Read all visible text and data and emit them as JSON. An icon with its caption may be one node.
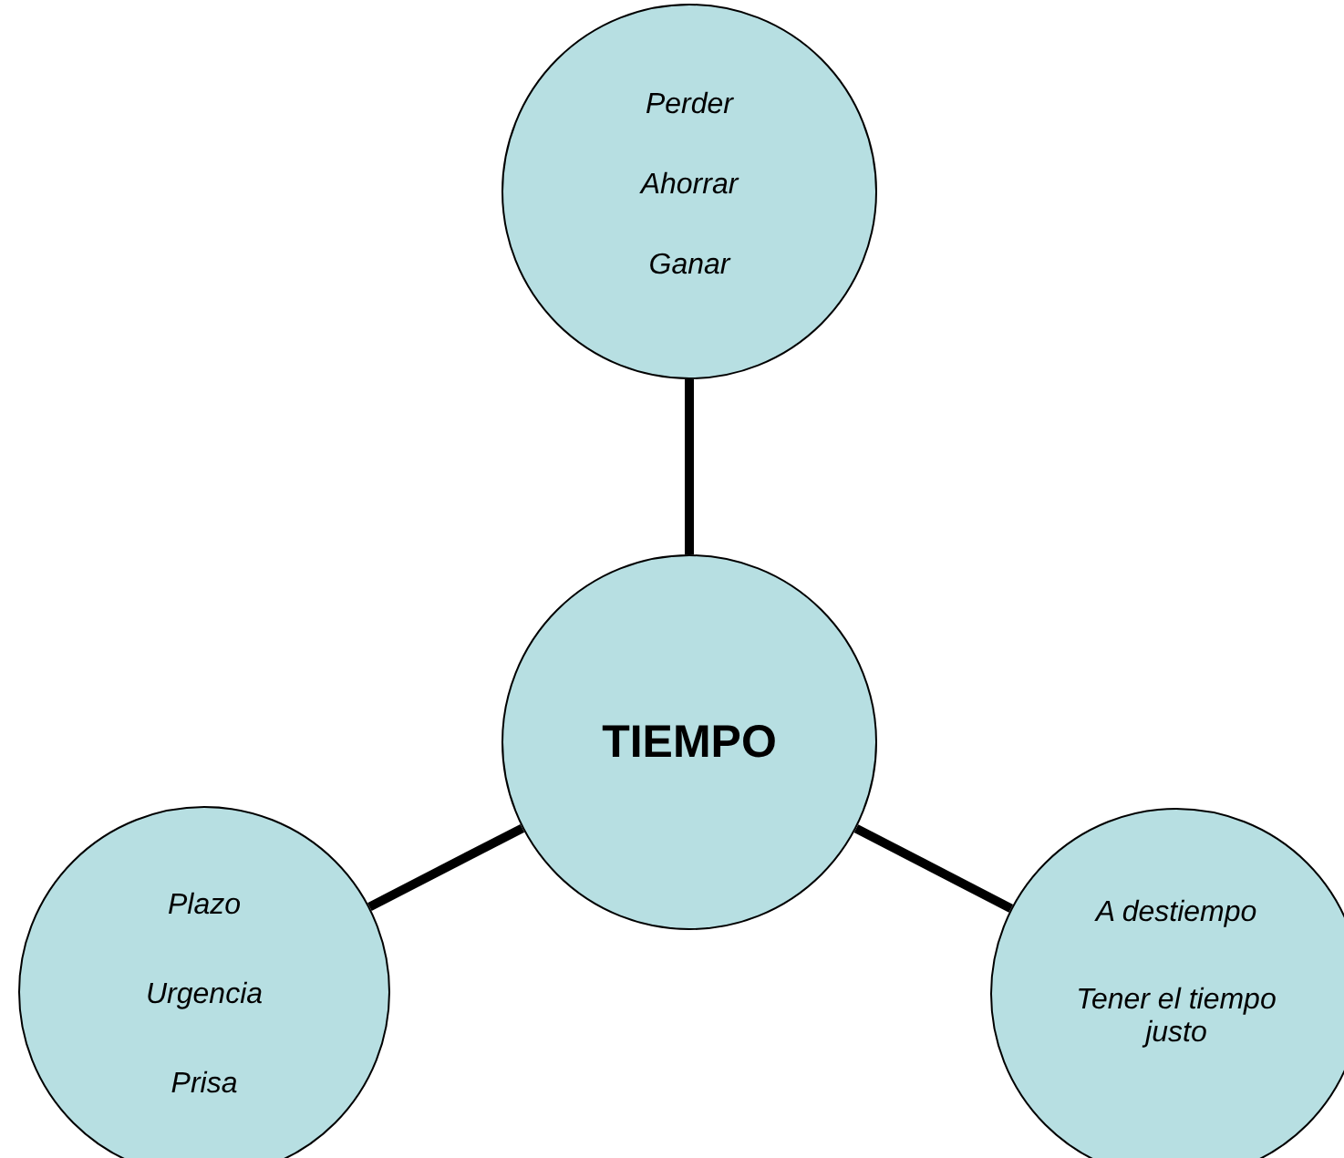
{
  "diagram": {
    "nodes": [
      {
        "text": [
          "Perder",
          "Ahorrar",
          "Ganar"
        ]
      },
      {
        "text": [
          "TIEMPO"
        ]
      },
      {
        "text": [
          "Plazo",
          "Urgencia",
          "Prisa"
        ]
      },
      {
        "text": [
          "A destiempo",
          "Tener el tiempo justo"
        ]
      }
    ],
    "edges": [
      {
        "from": 1,
        "to": 0,
        "arrow": "none"
      },
      {
        "from": 1,
        "to": 2,
        "arrow": "none"
      },
      {
        "from": 1,
        "to": 3,
        "arrow": "none"
      }
    ]
  }
}
